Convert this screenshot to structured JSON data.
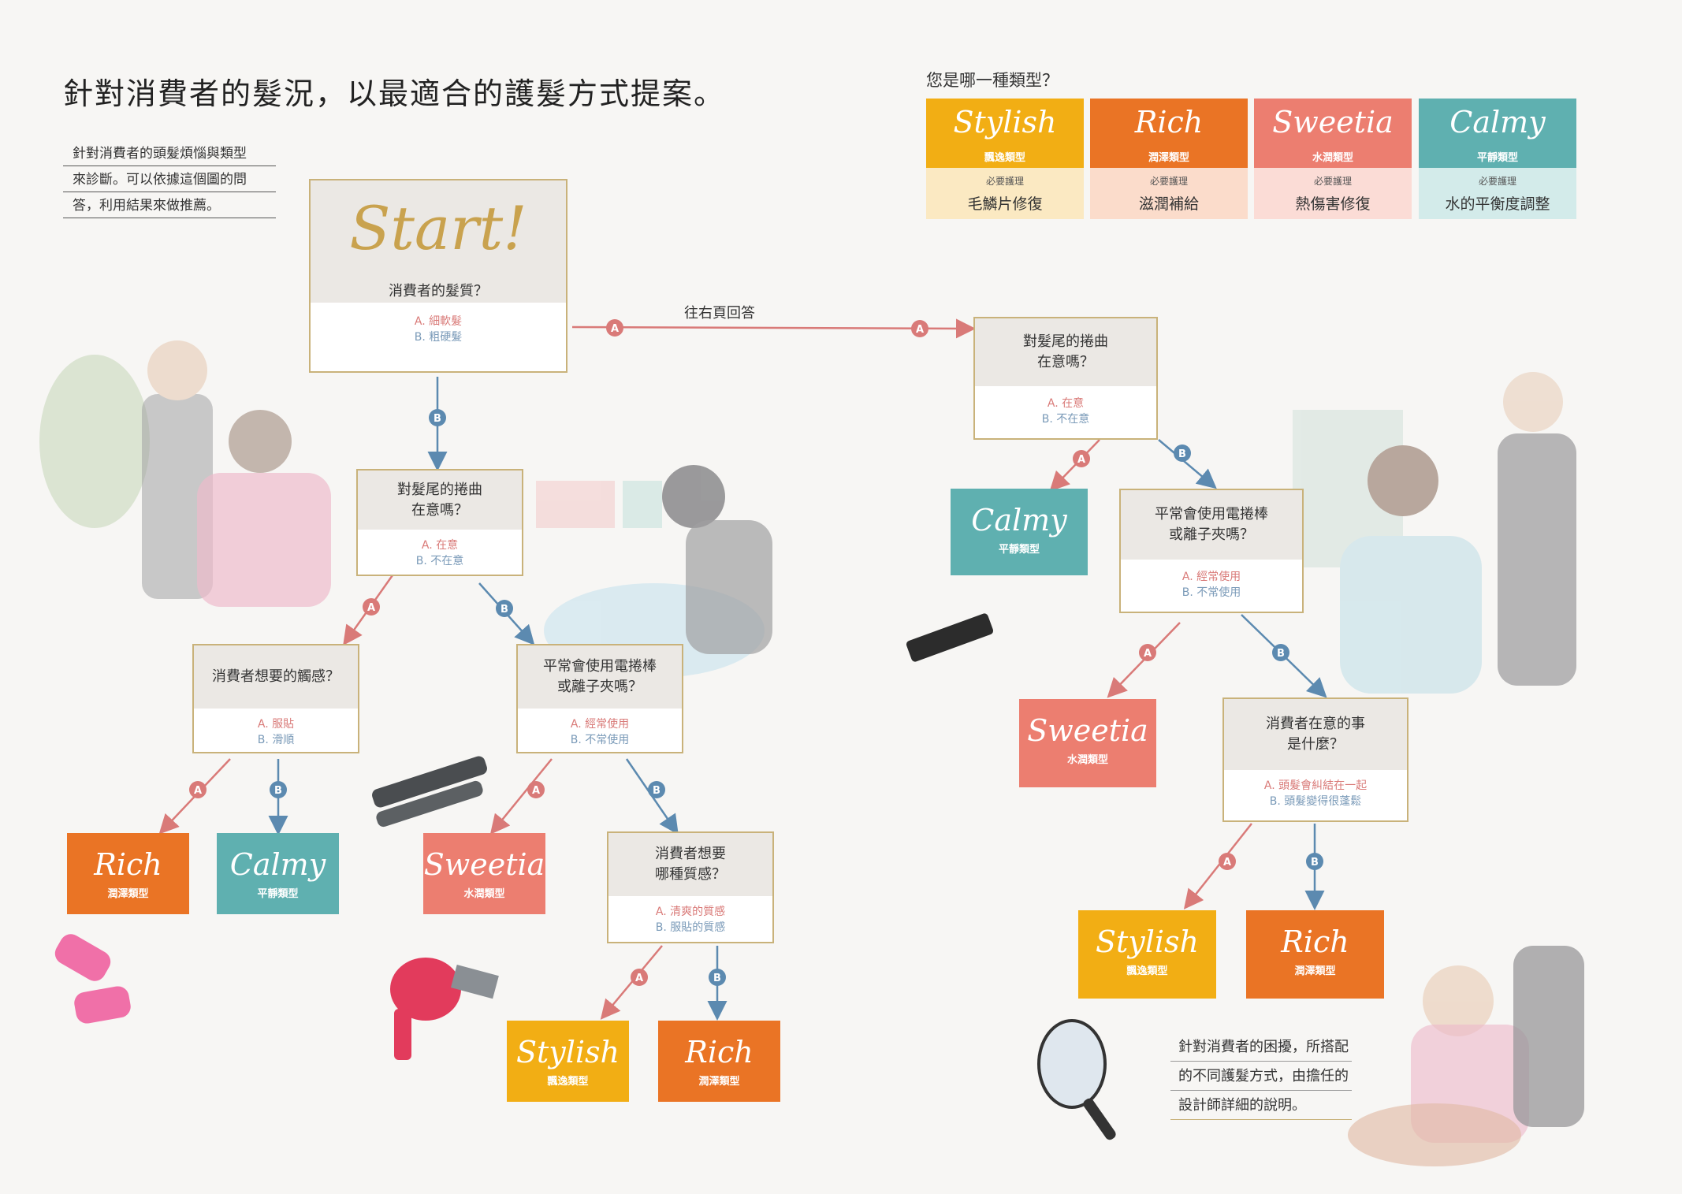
{
  "title": "針對消費者的髮況，以最適合的護髮方式提案。",
  "intro_lines": [
    "針對消費者的頭髮煩惱與類型",
    "來診斷。可以依據這個圖的問",
    "答，利用結果來做推薦。"
  ],
  "legend": {
    "title": "您是哪一種類型？",
    "need_label": "必要護理",
    "types": [
      {
        "script": "Stylish",
        "name": "飄逸類型",
        "care": "毛鱗片修復",
        "color": "#f2ae14",
        "light": "#fbe9c2"
      },
      {
        "script": "Rich",
        "name": "潤澤類型",
        "care": "滋潤補給",
        "color": "#ea7425",
        "light": "#fbdccb"
      },
      {
        "script": "Sweetia",
        "name": "水潤類型",
        "care": "熱傷害修復",
        "color": "#ec7e70",
        "light": "#fbdcd6"
      },
      {
        "script": "Calmy",
        "name": "平靜類型",
        "care": "水的平衡度調整",
        "color": "#5fb0b0",
        "light": "#d3ebea"
      }
    ]
  },
  "start": {
    "script": "Start!",
    "question": "消費者的髮質？",
    "a": "A. 細軟髮",
    "b": "B. 粗硬髮"
  },
  "link_label": "往右頁回答",
  "markers": {
    "a": "A",
    "b": "B"
  },
  "questions": {
    "l_curl": {
      "q1": "對髮尾的捲曲",
      "q2": "在意嗎？",
      "a": "A. 在意",
      "b": "B. 不在意"
    },
    "l_touch": {
      "q1": "消費者想要的觸感？",
      "q2": "",
      "a": "A. 服貼",
      "b": "B. 滑順"
    },
    "l_iron": {
      "q1": "平常會使用電捲棒",
      "q2": "或離子夾嗎？",
      "a": "A. 經常使用",
      "b": "B. 不常使用"
    },
    "l_texture": {
      "q1": "消費者想要",
      "q2": "哪種質感？",
      "a": "A. 清爽的質感",
      "b": "B. 服貼的質感"
    },
    "r_curl": {
      "q1": "對髮尾的捲曲",
      "q2": "在意嗎？",
      "a": "A. 在意",
      "b": "B. 不在意"
    },
    "r_iron": {
      "q1": "平常會使用電捲棒",
      "q2": "或離子夾嗎？",
      "a": "A. 經常使用",
      "b": "B. 不常使用"
    },
    "r_concern": {
      "q1": "消費者在意的事",
      "q2": "是什麼？",
      "a": "A. 頭髮會糾結在一起",
      "b": "B. 頭髮變得很蓬鬆"
    }
  },
  "results": {
    "rich": {
      "script": "Rich",
      "name": "潤澤類型"
    },
    "calmy": {
      "script": "Calmy",
      "name": "平靜類型"
    },
    "sweetia": {
      "script": "Sweetia",
      "name": "水潤類型"
    },
    "stylish": {
      "script": "Stylish",
      "name": "飄逸類型"
    }
  },
  "closing_lines": [
    "針對消費者的困擾，所搭配",
    "的不同護髮方式，由擔任的",
    "設計師詳細的說明。"
  ]
}
